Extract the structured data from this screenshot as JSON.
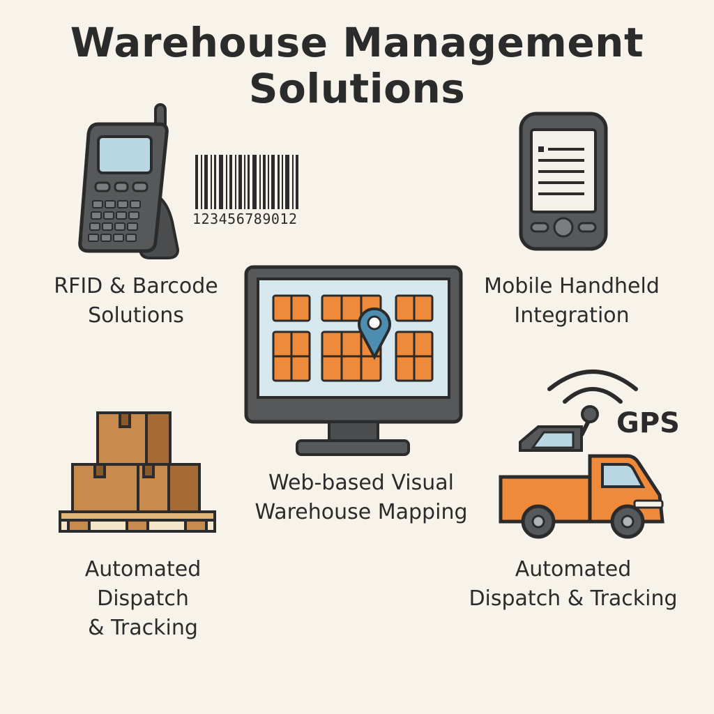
{
  "title": {
    "line1": "Warehouse Management",
    "line2": "Solutions"
  },
  "sections": {
    "rfid": {
      "label_line1": "RFID & Barcode",
      "label_line2": "Solutions",
      "barcode_number": "123456789012",
      "icons": [
        "handheld-scanner-icon",
        "barcode-icon"
      ]
    },
    "mobile": {
      "label_line1": "Mobile Handheld",
      "label_line2": "Integration",
      "icons": [
        "mobile-device-icon"
      ]
    },
    "web": {
      "label_line1": "Web-based Visual",
      "label_line2": "Warehouse Mapping",
      "icons": [
        "monitor-map-icon",
        "location-pin-icon"
      ]
    },
    "boxes": {
      "label_line1": "Automated",
      "label_line2": "Dispatch",
      "label_line3": "& Tracking",
      "icons": [
        "stacked-boxes-pallet-icon"
      ]
    },
    "truck": {
      "label_line1": "Automated",
      "label_line2": "Dispatch & Tracking",
      "gps_label": "GPS",
      "icons": [
        "delivery-truck-icon",
        "gps-signal-icon"
      ]
    }
  },
  "colors": {
    "background": "#f8f3ea",
    "text": "#2b2b2b",
    "device_gray": "#56585a",
    "screen_blue": "#b9d6e3",
    "accent_orange": "#ef8a3a",
    "box_brown": "#c98a4e",
    "pin_blue": "#4d8eb0"
  }
}
